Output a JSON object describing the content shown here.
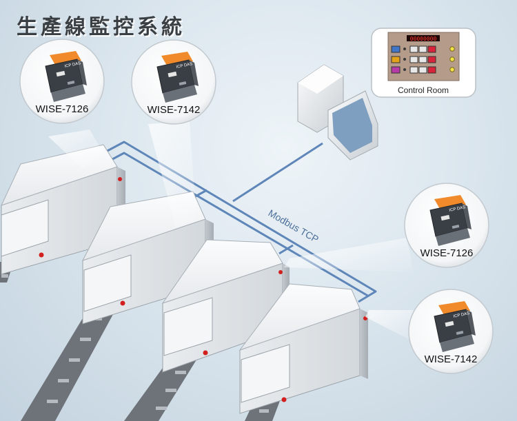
{
  "title": "生產線監控系統",
  "network_label": "Modbus TCP",
  "control_room_label": "Control Room",
  "control_room_display": "00000000",
  "modules": [
    {
      "label": "WISE-7126",
      "logo": "ICP DAS"
    },
    {
      "label": "WISE-7142",
      "logo": "ICP DAS"
    },
    {
      "label": "WISE-7126",
      "logo": "ICP DAS"
    },
    {
      "label": "WISE-7142",
      "logo": "ICP DAS"
    }
  ],
  "colors": {
    "network_line": "#5e86b8",
    "module_body": "#3a3f45",
    "module_terminal": "#f08a2a",
    "machine_body": "#eef0f2"
  }
}
